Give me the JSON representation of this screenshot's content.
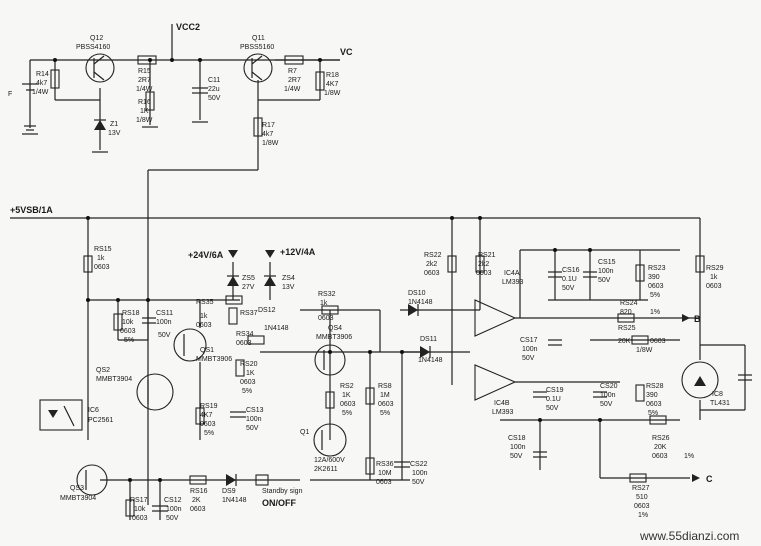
{
  "labels": {
    "q12": "Q12",
    "q12_part": "PBSS4160",
    "vcc2": "VCC2",
    "q11": "Q11",
    "q11_part": "PBSS5160",
    "vc": "VC",
    "r14": "R14",
    "r14_val": "4k7",
    "r14_pwr": "1/4W",
    "f": "F",
    "r15": "R15",
    "r15_val": "2R7",
    "r15_pwr": "1/4W",
    "r16": "R16",
    "r16_val": "1K",
    "r16_pwr": "1/8W",
    "z1": "Z1",
    "z1_val": "13V",
    "c11": "C11",
    "c11_val": "22u",
    "c11_volt": "50V",
    "r7": "R7",
    "r7_val": "2R7",
    "r7_pwr": "1/4W",
    "r18": "R18",
    "r18_val": "4K7",
    "r18_pwr": "1/8W",
    "r17": "R17",
    "r17_val": "4k7",
    "r17_pwr": "1/8W",
    "vsb": "+5VSB/1A",
    "rs15": "RS15",
    "rs15_val": "1k",
    "rs15_pkg": "0603",
    "v24": "+24V/6A",
    "v12": "+12V/4A",
    "zs5": "ZS5",
    "zs5_val": "27V",
    "zs4": "ZS4",
    "zs4_val": "13V",
    "rs18": "RS18",
    "rs18_val": "10k",
    "rs18_pkg": "0603",
    "rs18_tol": "5%",
    "cs11": "CS11",
    "cs11_val": "100n",
    "cs11_volt": "50V",
    "rs35": "RS35",
    "rs35_val": "1k",
    "rs35_pkg": "0603",
    "rs37": "RS37",
    "ds12": "DS12",
    "ds12_part": "1N4148",
    "rs34": "RS34",
    "rs34_pkg": "0603",
    "qs1": "QS1",
    "qs1_part": "MMBT3906",
    "ds2": "QS2",
    "ds2_part": "MMBT3904",
    "rs20": "RS20",
    "rs20_val": "1K",
    "rs20_pkg": "0603",
    "rs20_tol": "5%",
    "rs19": "RS19",
    "rs19_val": "4K7",
    "rs19_pkg": "0603",
    "rs19_tol": "5%",
    "cs13": "CS13",
    "cs13_val": "100n",
    "cs13_volt": "50V",
    "ic6": "IC6",
    "ic6_part": "PC2561",
    "qs3": "QS3",
    "qs3_part": "MMBT3904",
    "rs17": "RS17",
    "rs17_val": "10k",
    "rs17_pkg": "0603",
    "cs12": "CS12",
    "cs12_val": "100n",
    "cs12_volt": "50V",
    "rs16": "RS16",
    "rs16_val": "2K",
    "rs16_pkg": "0603",
    "ds9": "DS9",
    "ds9_part": "1N4148",
    "standby": "Standby sign",
    "on_off": "ON/OFF",
    "rs32": "RS32",
    "rs32_val": "1k",
    "rs32_pkg": "0603",
    "qs4": "QS4",
    "qs4_part": "MMBT3906",
    "rs2": "RS2",
    "rs2_val": "1K",
    "rs2_pkg": "0603",
    "rs2_tol": "5%",
    "rs8": "RS8",
    "rs8_val": "1M",
    "rs8_pkg": "0603",
    "rs8_tol": "5%",
    "q1": "Q1",
    "q1_spec": "12A/600V",
    "q1_part": "2K2611",
    "rs36": "RS36",
    "rs36_val": "10M",
    "rs36_pkg": "0603",
    "cs22": "CS22",
    "cs22_val": "100n",
    "cs22_volt": "50V",
    "ds10": "DS10",
    "ds10_part": "1N4148",
    "ds11": "DS11",
    "ds11_part": "1N4148",
    "rs22": "RS22",
    "rs22_val": "2k2",
    "rs22_pkg": "0603",
    "rs21": "RS21",
    "rs21_val": "2k2",
    "rs21_pkg": "0603",
    "ic4a": "IC4A",
    "ic4a_part": "LM393",
    "ic4b": "IC4B",
    "ic4b_part": "LM393",
    "cs16": "CS16",
    "cs16_val": "0.1U",
    "cs16_volt": "50V",
    "cs15": "CS15",
    "cs15_val": "100n",
    "cs15_volt": "50V",
    "rs23": "RS23",
    "rs23_val": "390",
    "rs23_pkg": "0603",
    "rs23_tol": "5%",
    "rs29": "RS29",
    "rs29_val": "1k",
    "rs29_pkg": "0603",
    "rs24": "RS24",
    "rs24_val": "820",
    "rs24_tol": "1%",
    "b": "B",
    "rs25": "RS25",
    "rs25_val": "20K",
    "rs25_pkg": "0603",
    "rs25_pwr": "1/8W",
    "cs17": "CS17",
    "cs17_val": "100n",
    "cs17_volt": "50V",
    "cs19": "CS19",
    "cs19_val": "0.1U",
    "cs19_volt": "50V",
    "cs20": "CS20",
    "cs20_val": "100n",
    "cs20_volt": "50V",
    "rs28": "RS28",
    "rs28_val": "390",
    "rs28_pkg": "0603",
    "rs28_tol": "5%",
    "ic8": "IC8",
    "ic8_part": "TL431",
    "cs18": "CS18",
    "cs18_val": "100n",
    "cs18_volt": "50V",
    "rs26": "RS26",
    "rs26_val": "20K",
    "rs26_pkg": "0603",
    "rs26_tol": "1%",
    "rs27": "RS27",
    "rs27_val": "510",
    "rs27_pkg": "0603",
    "rs27_tol": "1%",
    "c": "C",
    "watermark": "www.55dianzi.com"
  }
}
